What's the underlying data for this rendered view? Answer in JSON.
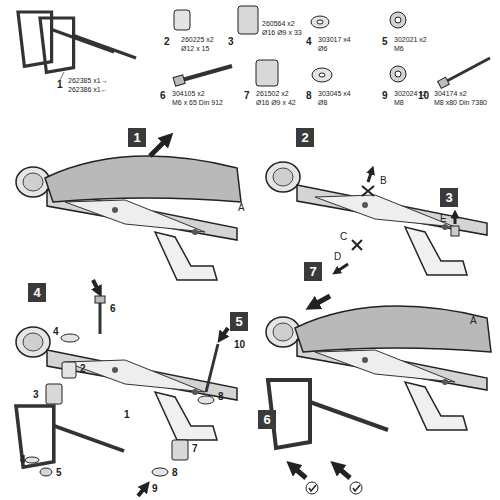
{
  "diagram": {
    "nodes": [
      {
        "text": [
          "1"
        ]
      },
      {
        "text": [
          "2"
        ]
      },
      {
        "text": [
          "3"
        ]
      },
      {
        "text": [
          "4"
        ]
      },
      {
        "text": [
          "5"
        ]
      },
      {
        "text": [
          "6"
        ]
      },
      {
        "text": [
          "7"
        ]
      }
    ],
    "labels": [
      "1",
      "262385 x1→",
      "262386 x1←",
      "2",
      "260225 x2",
      "Ø12 x 15",
      "3",
      "260564 x2",
      "Ø16 Ø9 x 33",
      "4",
      "303017 x4",
      "Ø6",
      "5",
      "302021 x2",
      "M6",
      "6",
      "304105 x2",
      "M6 x 65 Din 912",
      "7",
      "261502 x2",
      "Ø16 Ø9 x 42",
      "8",
      "303045 x4",
      "Ø8",
      "9",
      "302024 x2",
      "M8",
      "10",
      "304174 x2",
      "M8 x80 Din 7380",
      "A",
      "B",
      "C",
      "D",
      "E",
      "6",
      "4",
      "2",
      "3",
      "4",
      "5",
      "1",
      "10",
      "8",
      "7",
      "8",
      "9",
      "A"
    ]
  }
}
